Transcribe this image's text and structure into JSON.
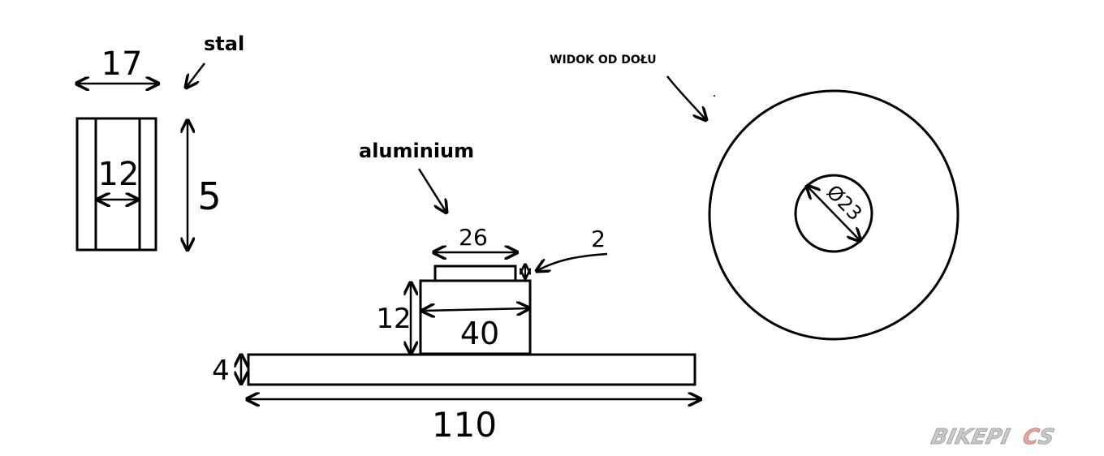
{
  "labels": {
    "steel": "stal",
    "aluminium": "aluminium",
    "bottom_view": "WIDOK OD DOŁU"
  },
  "dimensions": {
    "steel_width": "17",
    "steel_inner_width": "12",
    "steel_height": "5",
    "top_cap_width": "26",
    "top_cap_height": "2",
    "block_height": "12",
    "block_width": "40",
    "base_height": "4",
    "base_width": "110",
    "hole_diameter": "Ø23"
  },
  "watermark": {
    "text_main": "BIKEPI",
    "text_c": "C",
    "text_s": "S",
    "color_main": "#c8c8c8",
    "color_accent": "#e8a0a0"
  }
}
